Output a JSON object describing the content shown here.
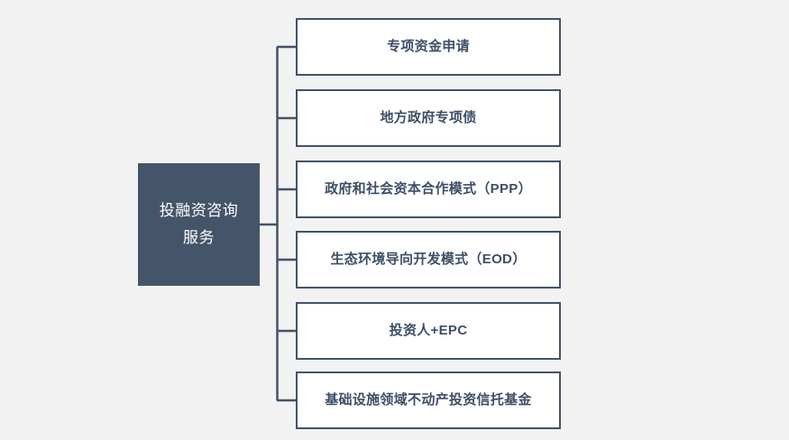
{
  "diagram": {
    "type": "org-tree",
    "background_color": "#f2f2f2",
    "accent_color": "#455569",
    "border_color": "#42536a",
    "text_color": "#3d4f66",
    "root": {
      "label": "投融资咨询\n服务",
      "label_plain": "投融资咨询服务",
      "fill": "#455569",
      "text_color": "#ffffff"
    },
    "children": [
      {
        "label": "专项资金申请"
      },
      {
        "label": "地方政府专项债"
      },
      {
        "label": "政府和社会资本合作模式（PPP）"
      },
      {
        "label": "生态环境导向开发模式（EOD）"
      },
      {
        "label": "投资人+EPC"
      },
      {
        "label": "基础设施领域不动产投资信托基金"
      }
    ]
  }
}
